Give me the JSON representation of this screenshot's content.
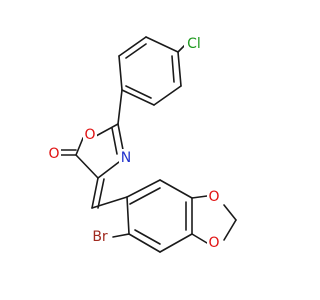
{
  "structure": {
    "atoms": {
      "cl": "Cl",
      "n": "N",
      "o_ring": "O",
      "o_carbonyl": "O",
      "o_dioxole_1": "O",
      "o_dioxole_2": "O",
      "br": "Br"
    }
  },
  "colors": {
    "bond": "#1a1a1a",
    "chlorine": "#1f9a1f",
    "nitrogen": "#2233cc",
    "oxygen": "#e01010",
    "bromine": "#a0291f"
  }
}
